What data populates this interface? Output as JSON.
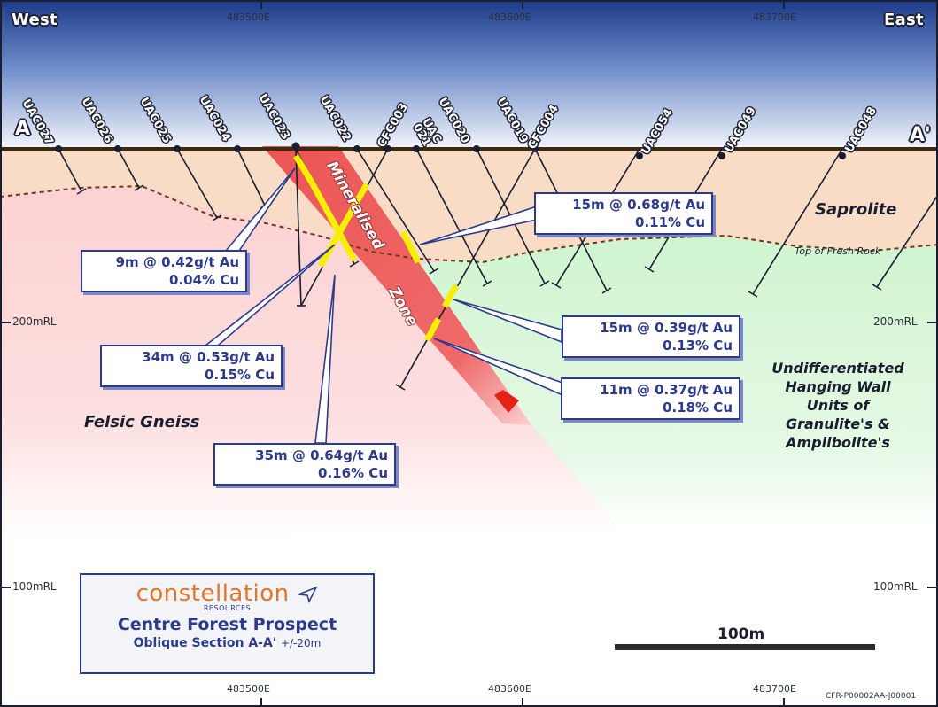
{
  "header": {
    "west": "West",
    "east": "East",
    "section_start": "A",
    "section_end": "A'"
  },
  "easting_ticks_top": [
    "483500E",
    "483600E",
    "483700E"
  ],
  "easting_ticks_bottom": [
    "483500E",
    "483600E",
    "483700E"
  ],
  "rl_ticks": {
    "rl_200_left": "200mRL",
    "rl_200_right": "200mRL",
    "rl_100_left": "100mRL",
    "rl_100_right": "100mRL"
  },
  "drill_holes": [
    {
      "id": "UAC027",
      "line1": "UAC027",
      "line2": ""
    },
    {
      "id": "UAC026",
      "line1": "UAC026",
      "line2": ""
    },
    {
      "id": "UAC025",
      "line1": "UAC025",
      "line2": ""
    },
    {
      "id": "UAC024",
      "line1": "UAC024",
      "line2": ""
    },
    {
      "id": "UAC023",
      "line1": "UAC023",
      "line2": ""
    },
    {
      "id": "UAC022",
      "line1": "UAC022",
      "line2": ""
    },
    {
      "id": "CFC003",
      "line1": "CFC003",
      "line2": ""
    },
    {
      "id": "UAC021",
      "line1": "UAC",
      "line2": "021"
    },
    {
      "id": "UAC020",
      "line1": "UAC020",
      "line2": ""
    },
    {
      "id": "UAC019",
      "line1": "UAC019",
      "line2": ""
    },
    {
      "id": "CFC004",
      "line1": "CFC004",
      "line2": ""
    },
    {
      "id": "UAC054",
      "line1": "UAC054",
      "line2": ""
    },
    {
      "id": "UAC049",
      "line1": "UAC049",
      "line2": ""
    },
    {
      "id": "UAC048",
      "line1": "UAC048",
      "line2": ""
    }
  ],
  "intercepts": [
    {
      "line1": "9m @ 0.42g/t Au",
      "line2": "0.04% Cu"
    },
    {
      "line1": "34m @ 0.53g/t Au",
      "line2": "0.15% Cu"
    },
    {
      "line1": "35m @ 0.64g/t Au",
      "line2": "0.16% Cu"
    },
    {
      "line1": "15m @ 0.68g/t Au",
      "line2": "0.11% Cu"
    },
    {
      "line1": "15m @ 0.39g/t Au",
      "line2": "0.13% Cu"
    },
    {
      "line1": "11m @ 0.37g/t Au",
      "line2": "0.18% Cu"
    }
  ],
  "zone_labels": {
    "word1": "Mineralised",
    "word2": "Zone"
  },
  "units": {
    "saprolite": "Saprolite",
    "top_fresh_rock": "Top of Fresh Rock",
    "felsic_gneiss": "Felsic Gneiss",
    "hanging_wall": [
      "Undifferentiated",
      "Hanging Wall",
      "Units of",
      "Granulite's &",
      "Amplibolite's"
    ]
  },
  "title_box": {
    "brand": "constellation",
    "brand_sub": "RESOURCES",
    "prospect": "Centre Forest Prospect",
    "section": "Oblique Section A-A'",
    "tolerance": "+/-20m"
  },
  "scale_bar": {
    "label": "100m"
  },
  "reference_code": "CFR-P00002AA-J00001",
  "colors": {
    "sky_top": "#1f3d8a",
    "saprolite": "#f7dcc8",
    "felsic": "#fbd0d0",
    "hanging_wall": "#d4f6d4",
    "mineralised": "#ec5a5a",
    "intercept": "#f5f200",
    "box_border": "#2d3a8c",
    "brand": "#e0762c"
  }
}
